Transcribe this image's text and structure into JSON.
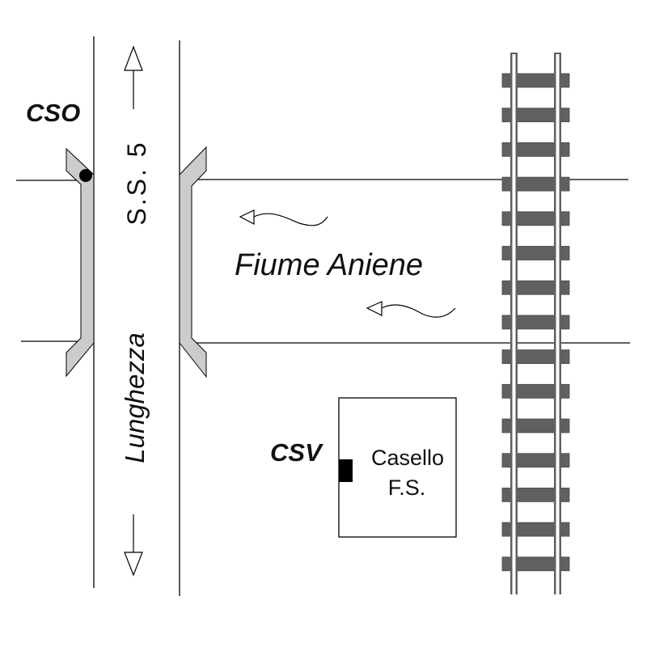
{
  "labels": {
    "road_name": "S.S. 5",
    "town": "Lunghezza",
    "river": "Fiume Aniene",
    "cso": "CSO",
    "csv": "CSV",
    "building_line1": "Casello",
    "building_line2": "F.S."
  },
  "colors": {
    "line": "#000000",
    "bridge_fill": "#cccccc",
    "rail": "#606060",
    "rail_outline": "#4a4a4a",
    "marker": "#000000"
  }
}
